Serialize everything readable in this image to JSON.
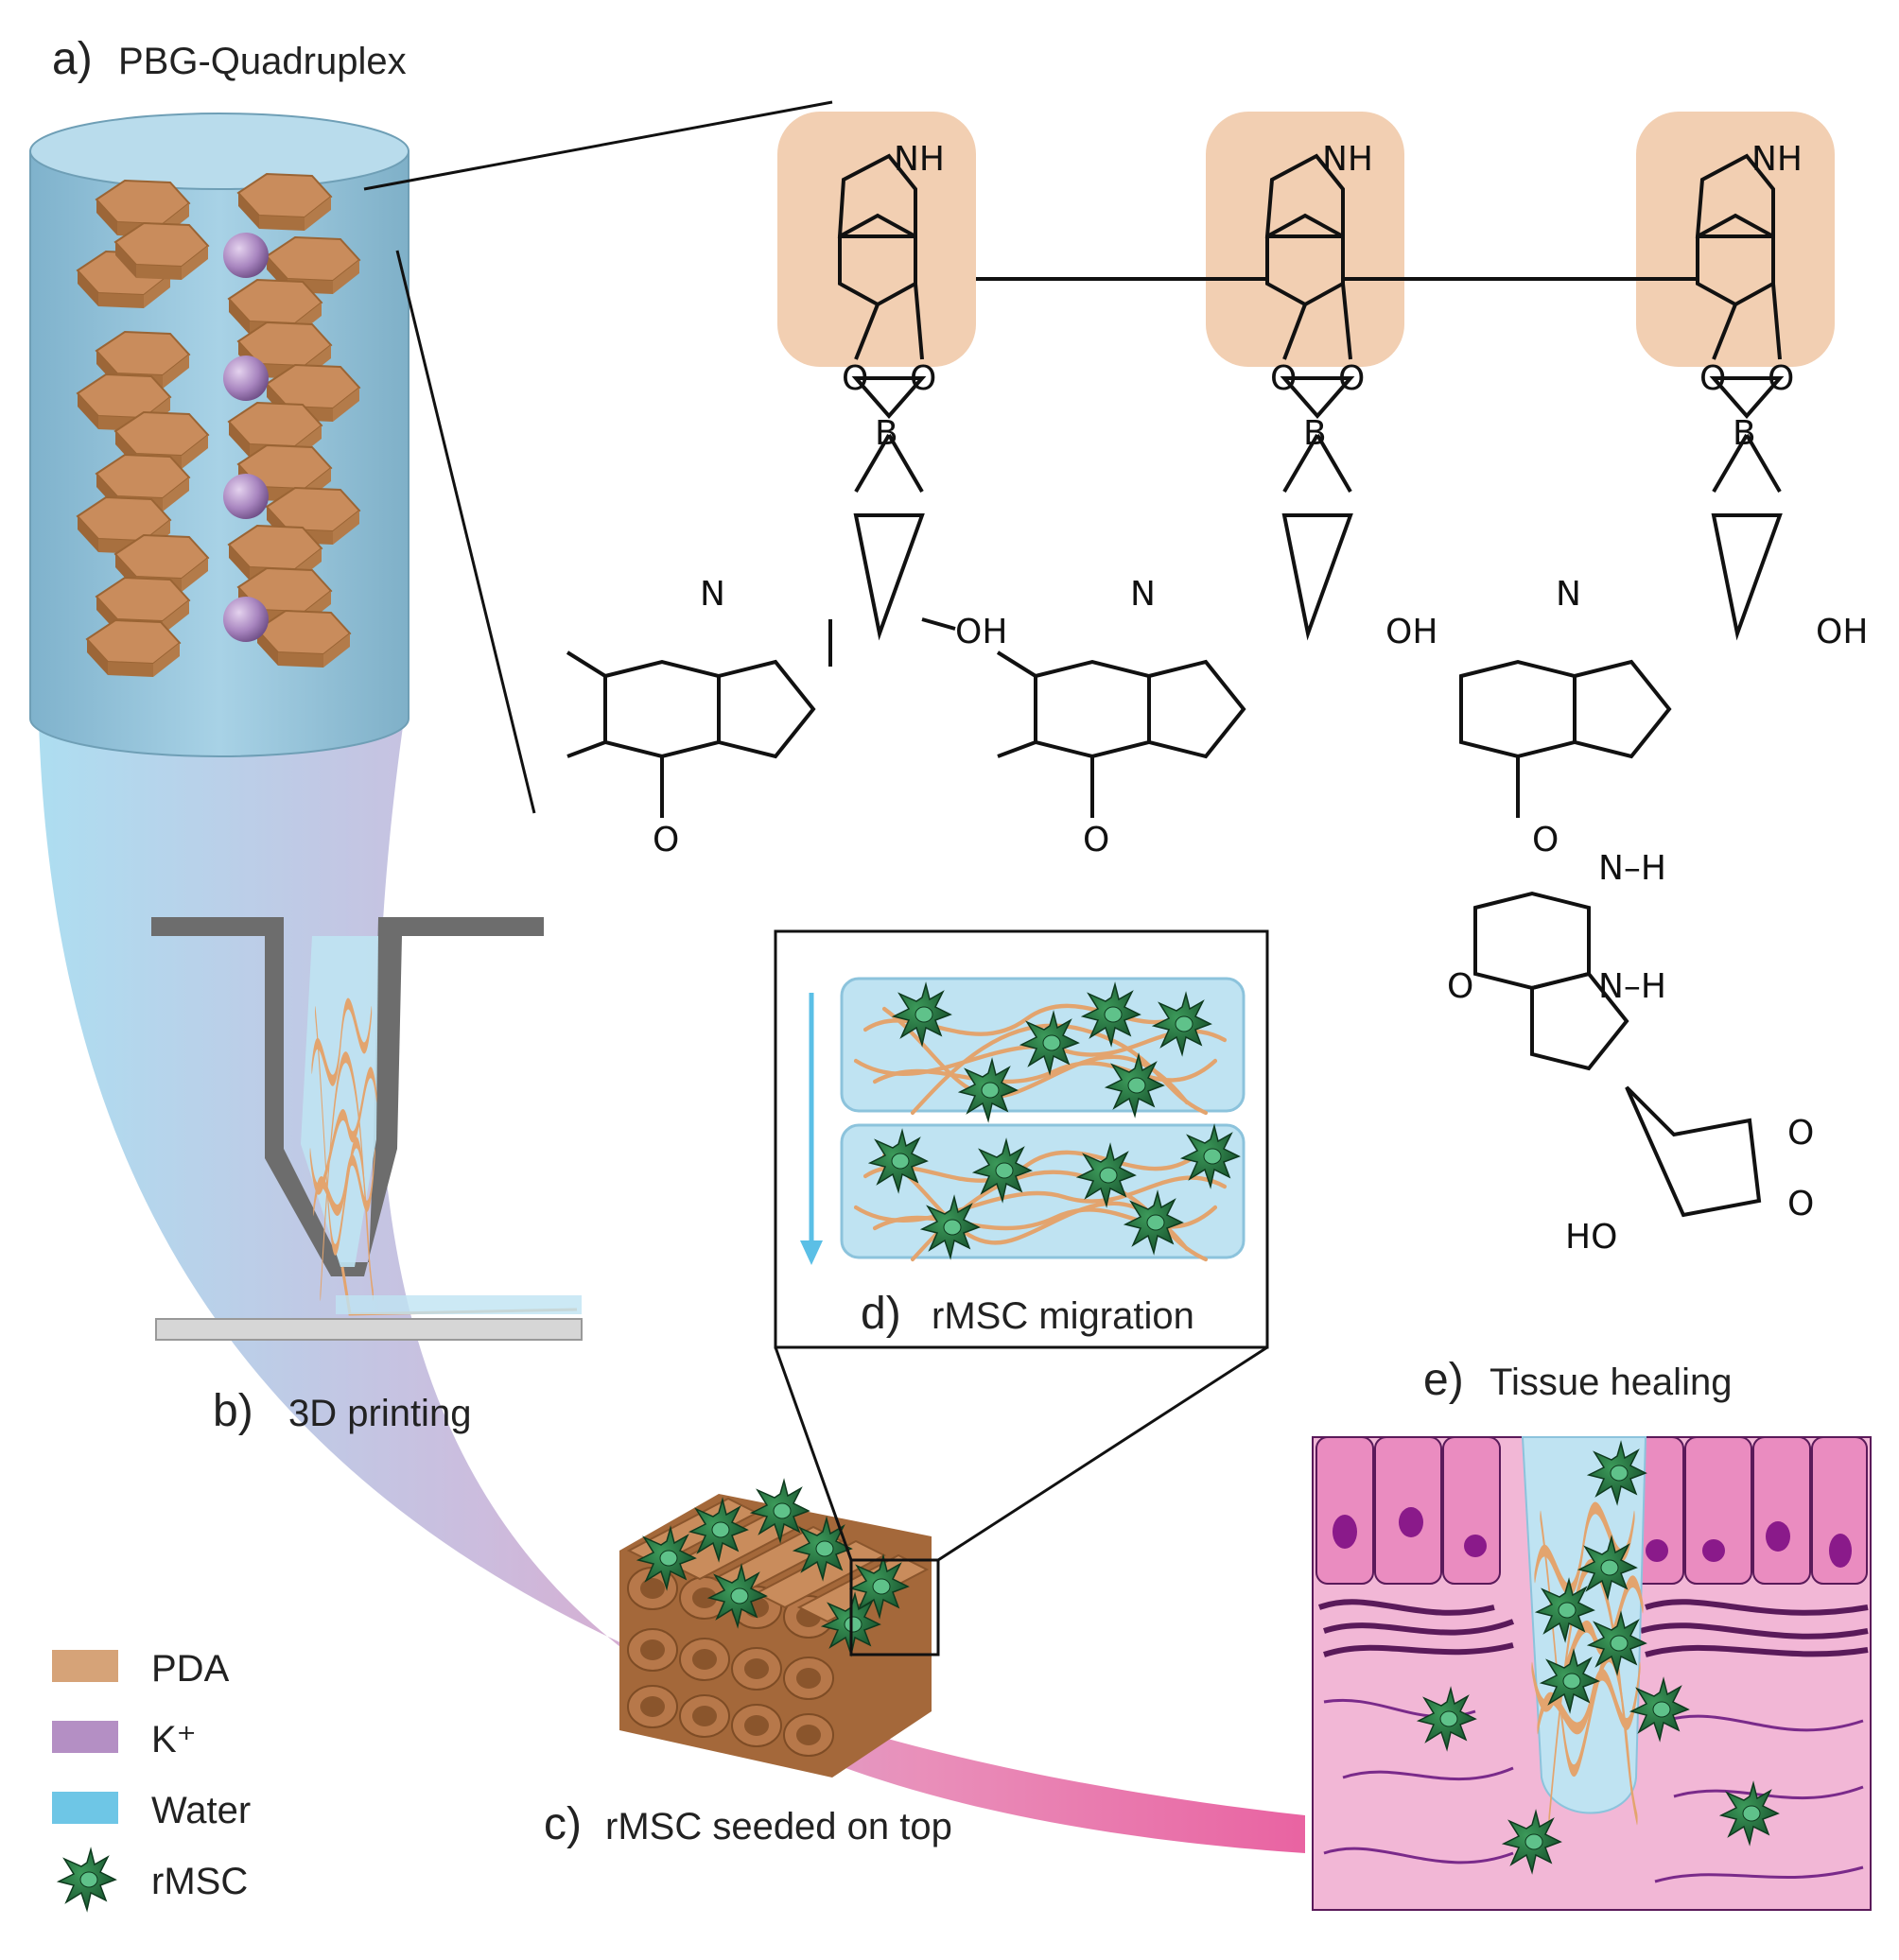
{
  "labels": {
    "a_letter": "a)",
    "a_text": "PBG-Quadruplex",
    "b_letter": "b)",
    "b_text": "3D printing",
    "c_letter": "c)",
    "c_text": "rMSC seeded on top",
    "d_letter": "d)",
    "d_text": "rMSC migration",
    "e_letter": "e)",
    "e_text": "Tissue healing"
  },
  "legend": [
    {
      "label": "PDA",
      "color": "#d6a378",
      "icon": "swatch"
    },
    {
      "label": "K⁺",
      "color": "#b48fc4",
      "icon": "swatch"
    },
    {
      "label": "Water",
      "color": "#6ec6e6",
      "icon": "swatch"
    },
    {
      "label": "rMSC",
      "color": "#1e6b3a",
      "icon": "cell-icon"
    }
  ],
  "chem": {
    "nh": "NH",
    "o": "O",
    "b": "B",
    "oh": "OH",
    "n": "N",
    "h": "H",
    "nh_h": "N–H",
    "ho": "HO",
    "co": "O"
  },
  "colors": {
    "water": "#9fd3ea",
    "pda": "#c98c5c",
    "potassium": "#a885bf",
    "cell": "#1e6b3a",
    "highlight": "#f2cfb2",
    "tissue_pink": "#e890c0",
    "tissue_magenta": "#7a1a7a",
    "flow_pink": "#e6579a",
    "arrow_blue": "#5bbfe6"
  }
}
